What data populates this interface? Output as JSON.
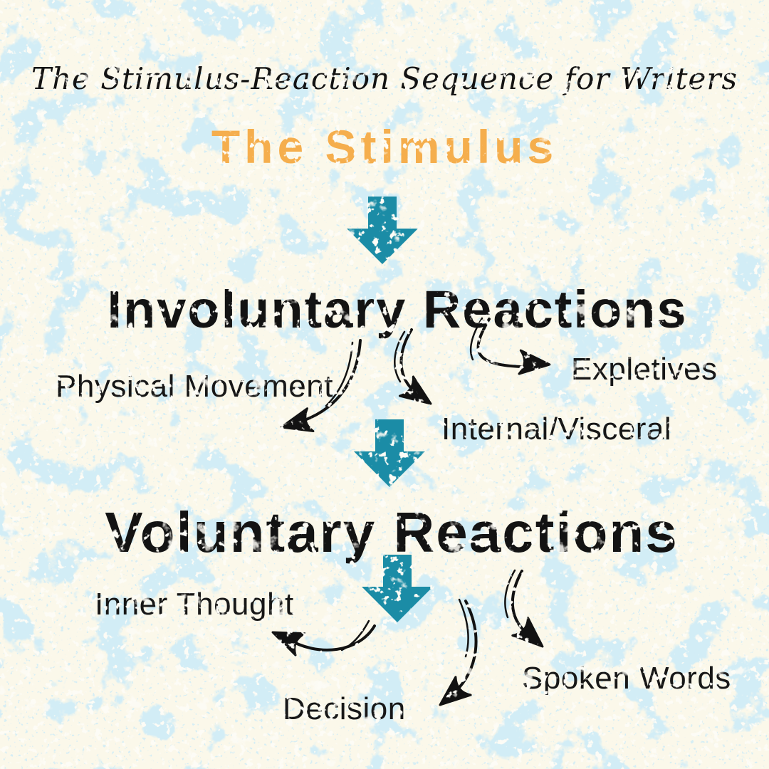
{
  "infographic": {
    "header": "The Stimulus-Reaction Sequence for Writers",
    "stimulus_heading": "The Stimulus",
    "involuntary": {
      "heading": "Involuntary Reactions",
      "items": {
        "physical_movement": "Physical Movement",
        "expletives": "Expletives",
        "internal_visceral": "Internal/Visceral"
      }
    },
    "voluntary": {
      "heading": "Voluntary Reactions",
      "items": {
        "inner_thought": "Inner Thought",
        "spoken_words": "Spoken Words",
        "decision": "Decision"
      }
    }
  },
  "icons": {
    "flow_arrow": "down-arrow-icon",
    "branch_arrow": "curved-sketch-arrow-icon"
  },
  "colors": {
    "background_cream": "#FBF8EA",
    "texture_blue": "#A5D8EC",
    "stimulus_orange": "#F5AE4D",
    "arrow_teal": "#1B8CA6",
    "text_black": "#141414"
  }
}
